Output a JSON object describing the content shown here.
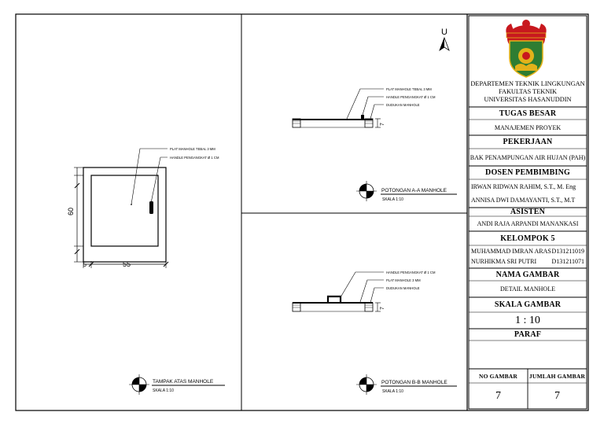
{
  "north_label": "U",
  "plan": {
    "dim_height": "60",
    "dim_width": "55",
    "dim_small": "5",
    "label_plate": "PLAT MANHOLE TEBAL 3 MM",
    "label_handle": "HANDLE PENGANGKAT Ø 1 CM",
    "title": "TAMPAK ATAS MANHOLE",
    "scale": "SKALA 1:10"
  },
  "section_a": {
    "label_plate": "PLAT MANHOLE TEBAL 3 MM",
    "label_handle": "HANDLE PENGANGKAT Ø 1 CM",
    "label_seat": "DUDUKAN MANHOLE",
    "dim": "7",
    "title": "POTONGAN A-A MANHOLE",
    "scale": "SKALA 1:10"
  },
  "section_b": {
    "label_handle": "HANDLE PENGANGKAT Ø 1 CM",
    "label_plate": "PLAT MANHOLE 3 MM",
    "label_seat": "DUDUKAN MANHOLE",
    "dim": "7",
    "title": "POTONGAN B-B MANHOLE",
    "scale": "SKALA 1:10"
  },
  "title_block": {
    "department": [
      "DEPARTEMEN TEKNIK LINGKUNGAN",
      "FAKULTAS TEKNIK",
      "UNIVERSITAS HASANUDDIN"
    ],
    "task_heading": "TUGAS BESAR",
    "task_value": "MANAJEMEN PROYEK",
    "work_heading": "PEKERJAAN",
    "work_value": "BAK PENAMPUNGAN AIR HUJAN (PAH)",
    "supervisor_heading": "DOSEN PEMBIMBING",
    "supervisors": [
      "IRWAN RIDWAN RAHIM, S.T., M. Eng",
      "ANNISA DWI DAMAYANTI, S.T., M.T"
    ],
    "assistant_heading": "ASISTEN",
    "assistant": "ANDI RAJA ARPANDI MANANKASI",
    "group_heading": "KELOMPOK 5",
    "members": [
      {
        "name": "MUHAMMAD IMRAN ARAS",
        "id": "D131211019"
      },
      {
        "name": "NURHIKMA SRI PUTRI",
        "id": "D131211071"
      }
    ],
    "drawing_name_heading": "NAMA GAMBAR",
    "drawing_name": "DETAIL MANHOLE",
    "scale_heading": "SKALA GAMBAR",
    "scale_value": "1 : 10",
    "sign_heading": "PARAF",
    "no_heading": "NO GAMBAR",
    "total_heading": "JUMLAH GAMBAR",
    "no_value": "7",
    "total_value": "7"
  },
  "colors": {
    "logo_red": "#c8181e",
    "logo_green": "#2e7d32",
    "logo_gold": "#e3b21a"
  }
}
